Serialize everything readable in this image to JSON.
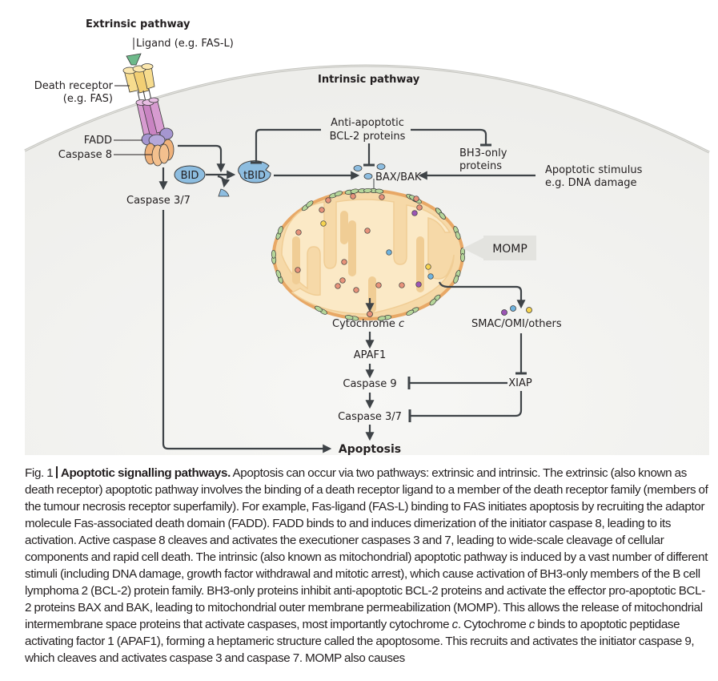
{
  "figure": {
    "extrinsic": {
      "title": "Extrinsic pathway",
      "ligand_label": "Ligand (e.g. FAS-L)",
      "death_receptor_label_1": "Death receptor",
      "death_receptor_label_2": "(e.g. FAS)",
      "fadd_label": "FADD",
      "caspase8_label": "Caspase 8",
      "bid_label": "BID",
      "tbid_label": "tBID",
      "caspase37_label": "Caspase 3/7"
    },
    "intrinsic": {
      "title": "Intrinsic pathway",
      "anti_apoptotic_1": "Anti-apoptotic",
      "anti_apoptotic_2": "BCL-2 proteins",
      "bh3_1": "BH3-only",
      "bh3_2": "proteins",
      "stimulus_1": "Apoptotic stimulus",
      "stimulus_2": "e.g. DNA damage",
      "baxbak_label": "BAX/BAK",
      "momp_label": "MOMP",
      "cytochrome_label": "Cytochrome ",
      "cytochrome_italic": "c",
      "smac_label": "SMAC/OMI/others",
      "apaf1_label": "APAF1",
      "caspase9_label": "Caspase 9",
      "xiap_label": "XIAP",
      "caspase37_label": "Caspase 3/7",
      "apoptosis_label": "Apoptosis"
    },
    "colors": {
      "cell_fill": "#f1f1ef",
      "membrane": "#c9c9c4",
      "mito_outer": "#e8a866",
      "mito_fill": "#f6d9a8",
      "mito_inner": "#fbe9c6",
      "receptor_yellow": "#f7dc8e",
      "receptor_purple": "#d79bd0",
      "fadd_purple": "#a596d0",
      "caspase_orange": "#efb27b",
      "ligand_green": "#6db98a",
      "bid_blue": "#8dbde0",
      "porin_green": "#b5d69a",
      "dot_red": "#e7927a",
      "dot_yellow": "#f6d451",
      "dot_blue": "#6fb3de",
      "dot_purple": "#9b55b5",
      "momp_box": "#e3e3df"
    }
  },
  "caption": {
    "fig_number": "Fig. 1",
    "title": "Apoptotic signalling pathways.",
    "body": " Apoptosis can occur via two pathways: extrinsic and intrinsic. The extrinsic (also known as death receptor) apoptotic pathway involves the binding of a death receptor ligand to a member of the death receptor family (members of the tumour necrosis receptor superfamily). For example, Fas-ligand (FAS-L) binding to FAS initiates apoptosis by recruiting the adaptor molecule Fas-associated death domain (FADD). FADD binds to and induces dimerization of the initiator caspase 8, leading to its activation. Active caspase 8 cleaves and activates the executioner caspases 3 and 7, leading to wide-scale cleavage of cellular components and rapid cell death. The intrinsic (also known as mitochondrial) apoptotic pathway is induced by a vast number of different stimuli (including DNA damage, growth factor withdrawal and mitotic arrest), which cause activation of BH3-only members of the B cell lymphoma 2 (BCL-2) protein family. BH3-only proteins inhibit anti-apoptotic BCL-2 proteins and activate the effector pro-apoptotic BCL-2 proteins BAX and BAK, leading to mitochondrial outer membrane permeabilization (MOMP). This allows the release of mitochondrial intermembrane space proteins that activate caspases, most importantly cytochrome ",
    "italic_1": "c",
    "body_2": ". Cytochrome ",
    "italic_2": "c",
    "body_3": " binds to apoptotic peptidase activating factor 1 (APAF1), forming a heptameric structure called the apoptosome. This recruits and activates the initiator caspase 9, which cleaves and activates caspase 3 and caspase 7. MOMP also causes"
  }
}
